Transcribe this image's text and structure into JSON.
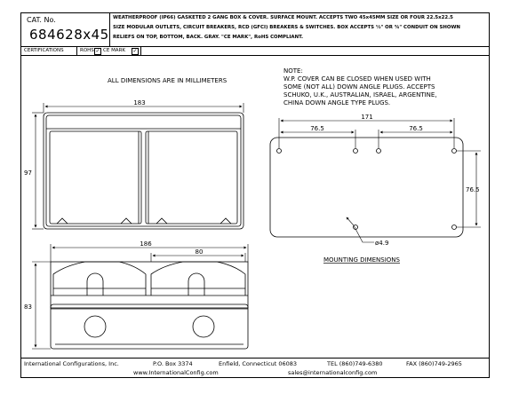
{
  "header": {
    "cat_label": "CAT. No.",
    "cat_number": "684628x45",
    "description_lines": [
      "WEATHERPROOF (IP66) GASKETED 2 GANG BOX & COVER. SURFACE MOUNT. ACCEPTS TWO 45x45MM SIZE OR FOUR 22.5x22.5",
      "SIZE MODULAR OUTLETS, CIRCUIT BREAKERS, RCD (GFCI) BREAKERS & SWITCHES. BOX ACCEPTS ½\" OR ¾\" CONDUIT ON SHOWN",
      "RELIEFS ON TOP, BOTTOM, BACK. GRAY. \"CE MARK\", RoHS COMPLIANT."
    ]
  },
  "certifications": {
    "label": "CERTIFICATIONS",
    "rohs": "ROHS",
    "ce_mark": "CE MARK"
  },
  "drawing": {
    "units_note": "ALL DIMENSIONS ARE IN MILLIMETERS",
    "note_lines": [
      "NOTE:",
      "W.P. COVER CAN BE CLOSED WHEN USED WITH",
      "SOME (NOT ALL) DOWN ANGLE PLUGS. ACCEPTS",
      "SCHUKO, U.K., AUSTRALIAN, ISRAEL, ARGENTINE,",
      "CHINA DOWN ANGLE TYPE PLUGS."
    ],
    "front_width": "183",
    "front_height": "97",
    "side_width": "186",
    "side_inner": "80",
    "side_height": "83",
    "mount_total": "171",
    "mount_left": "76.5",
    "mount_right": "76.5",
    "mount_vertical": "76.5",
    "hole_dia": "ø4.9",
    "mounting_title": "MOUNTING DIMENSIONS"
  },
  "footer": {
    "company": "International Configurations, Inc.",
    "po_box": "P.O. Box 3374",
    "address": "Enfield, Connecticut 06083",
    "tel": "TEL (860)749-6380",
    "fax": "FAX (860)749-2965",
    "website": "www.InternationalConfig.com",
    "email": "sales@internationalconfig.com"
  }
}
